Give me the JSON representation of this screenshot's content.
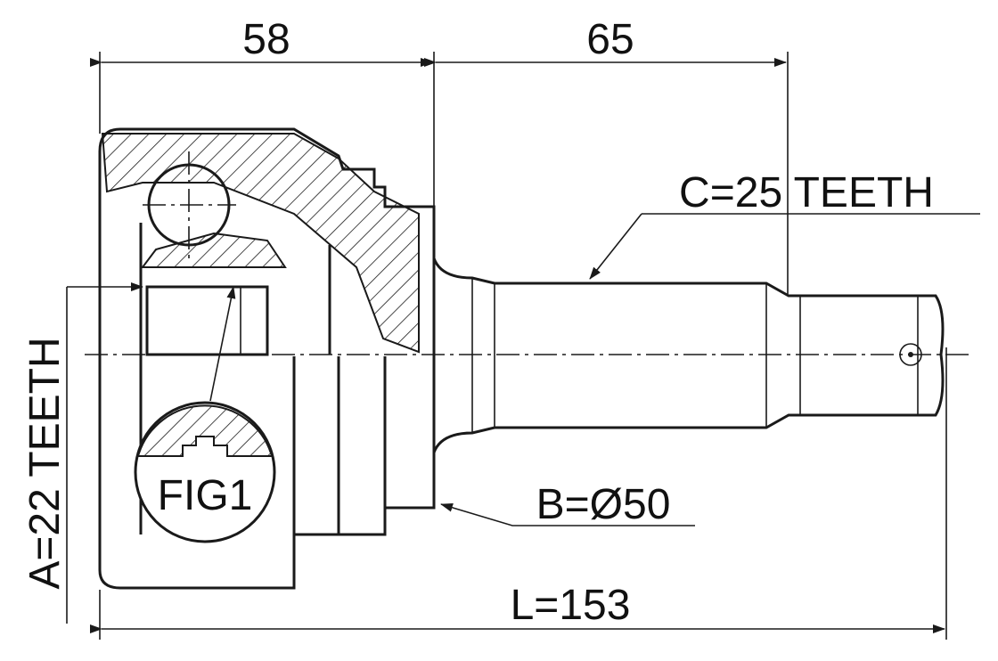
{
  "drawing": {
    "dim_left": "58",
    "dim_right": "65",
    "dim_total": "L=153",
    "spline_outer": "C=25 TEETH",
    "spline_inner": "A=22 TEETH",
    "abs_ring": "B=Ø50",
    "detail_label": "FIG1"
  },
  "colors": {
    "line": "#1a1a1a",
    "background": "#ffffff"
  }
}
